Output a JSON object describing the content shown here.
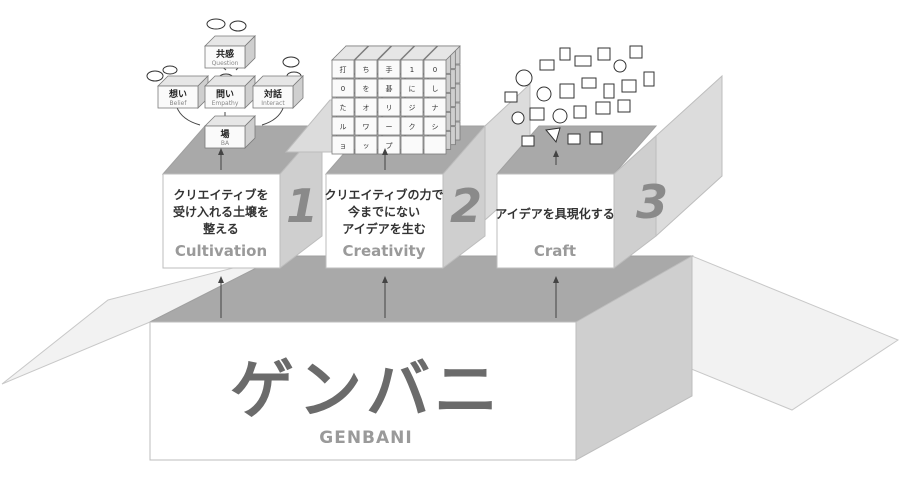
{
  "brand": {
    "name_jp": "ゲンバニ",
    "name_en": "GENBANI"
  },
  "steps": [
    {
      "number": "1",
      "title_lines": [
        "クリエイティブを",
        "受け入れる土壌を",
        "整える"
      ],
      "title_en": "Cultivation"
    },
    {
      "number": "2",
      "title_lines": [
        "クリエイティブの力で",
        "今までにない",
        "アイデアを生む"
      ],
      "title_en": "Creativity"
    },
    {
      "number": "3",
      "title_lines": [
        "アイデアを具現化する"
      ],
      "title_en": "Craft"
    }
  ],
  "cultivation_cubes": [
    {
      "jp": "共感",
      "en": "Question"
    },
    {
      "jp": "想い",
      "en": "Belief"
    },
    {
      "jp": "問い",
      "en": "Empathy"
    },
    {
      "jp": "対話",
      "en": "Interact"
    },
    {
      "jp": "場",
      "en": "BA"
    }
  ],
  "keyboard_rows": [
    [
      "打",
      "ち",
      "手",
      "1",
      "0"
    ],
    [
      "0",
      "を",
      "碁",
      "に",
      "し"
    ],
    [
      "た",
      "オ",
      "リ",
      "ジ",
      "ナ"
    ],
    [
      "ル",
      "ワ",
      "ー",
      "ク",
      "シ"
    ],
    [
      "ョ",
      "ッ",
      "プ",
      "",
      ""
    ]
  ],
  "colors": {
    "box_top": "#a9a9a9",
    "box_side": "#cfcfcf",
    "number": "#8a8a8a",
    "brand_jp": "#6b6b6b",
    "brand_en": "#9a9a9a"
  }
}
